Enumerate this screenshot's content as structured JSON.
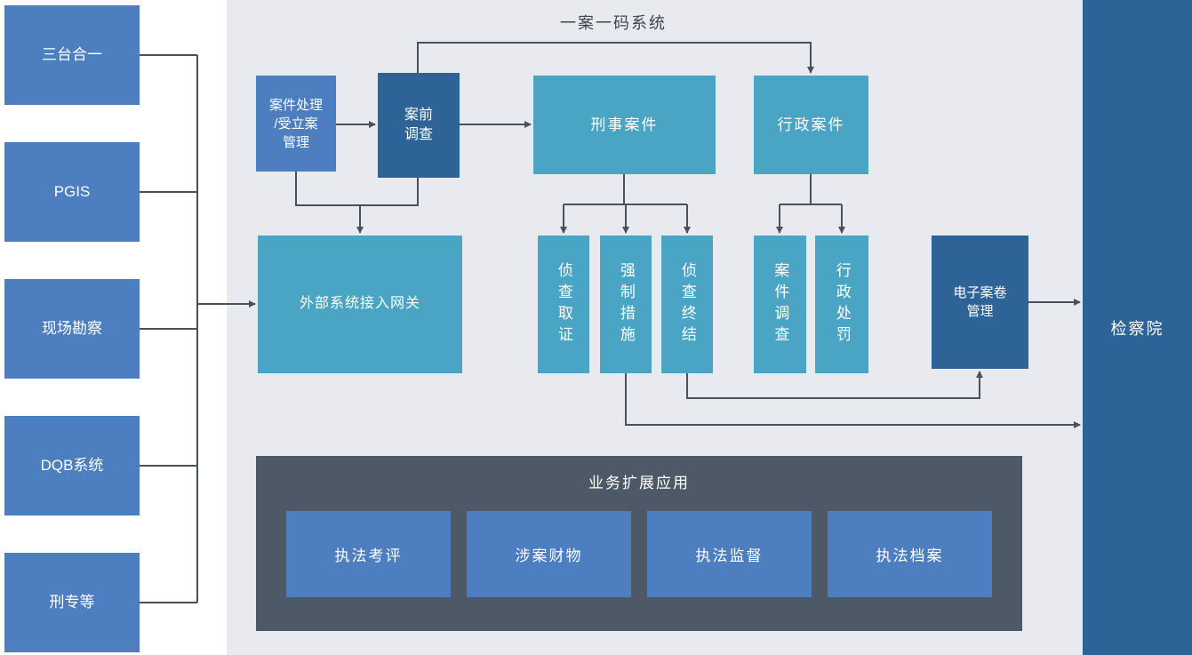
{
  "title": "一案一码系统",
  "left_systems": [
    "三台合一",
    "PGIS",
    "现场勘察",
    "DQB系统",
    "刑专等"
  ],
  "nodes": {
    "case_handling": {
      "label": "案件处理\n/受立案\n管理"
    },
    "pre_investigation": {
      "label": "案前\n调查"
    },
    "criminal_case": {
      "label": "刑事案件"
    },
    "administrative_case": {
      "label": "行政案件"
    },
    "gateway": {
      "label": "外部系统接入网关"
    },
    "investigation_evidence": {
      "label": "侦查取证"
    },
    "compulsory_measures": {
      "label": "强制措施"
    },
    "investigation_conclusion": {
      "label": "侦查终结"
    },
    "case_investigation": {
      "label": "案件调查"
    },
    "administrative_penalty": {
      "label": "行政处罚"
    },
    "electronic_case_file": {
      "label": "电子案卷\n管理"
    }
  },
  "extension_panel": {
    "title": "业务扩展应用",
    "items": [
      "执法考评",
      "涉案财物",
      "执法监督",
      "执法档案"
    ]
  },
  "right_column": {
    "label": "检察院"
  },
  "colors": {
    "blue_box": "#4d7ec0",
    "dark_blue_box": "#2d6397",
    "teal_box": "#4aa5c5",
    "main_panel_bg": "#e9eaef",
    "extension_panel_bg": "#4d5966",
    "connector": "#47525e",
    "title_text": "#3c4650"
  }
}
